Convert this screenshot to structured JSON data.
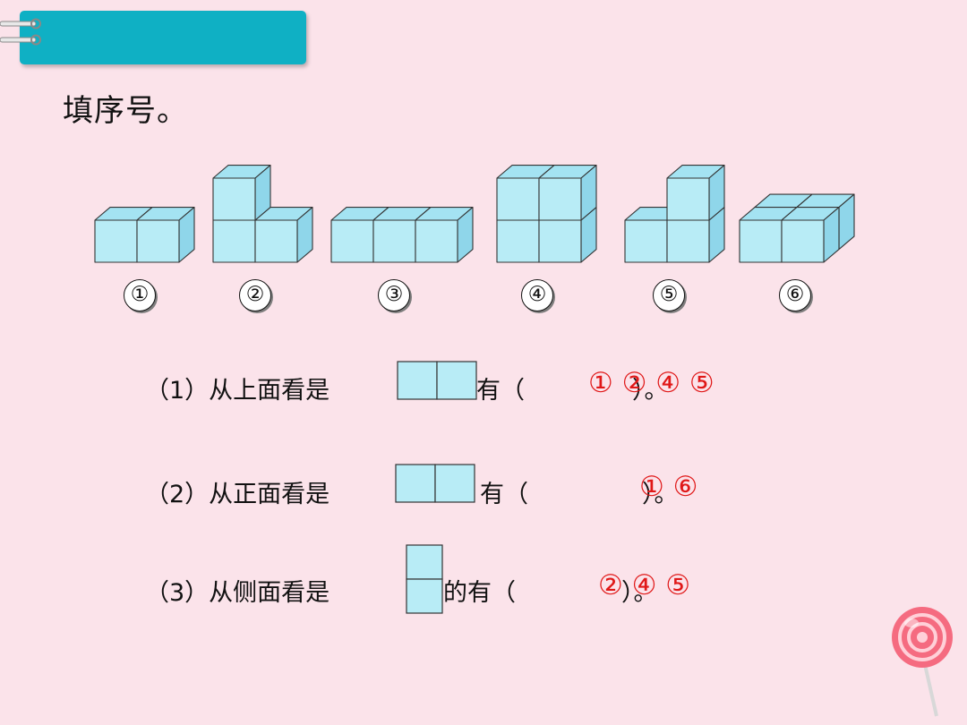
{
  "header": {
    "bg_color": "#0fb0c4"
  },
  "title": "填序号。",
  "figure_labels": [
    "①",
    "②",
    "③",
    "④",
    "⑤",
    "⑥"
  ],
  "questions": [
    {
      "label": "（1）从上面看是",
      "suffix": "有（",
      "closing": "）。",
      "answer": "① ② ④ ⑤"
    },
    {
      "label": "（2）从正面看是",
      "suffix": "有（",
      "closing": "）。",
      "answer": "① ⑥"
    },
    {
      "label": "（3）从侧面看是",
      "suffix": "的有（",
      "closing": "）。",
      "answer": "② ④ ⑤"
    }
  ],
  "colors": {
    "cube_face": "#b8ecf6",
    "cube_top": "#a4e3f2",
    "cube_side": "#8fd6ea",
    "answer": "#e01818",
    "background": "#fbe3ea"
  }
}
